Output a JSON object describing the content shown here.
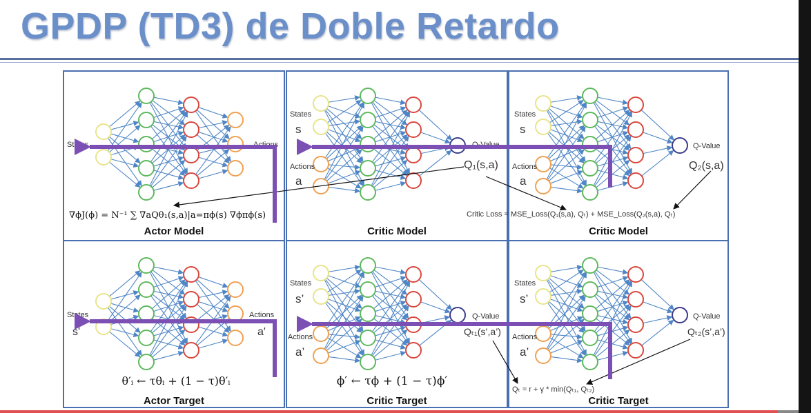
{
  "title": "GPDP (TD3) de Doble Retardo",
  "panels": {
    "actor_model": {
      "caption": "Actor Model",
      "states_label": "States",
      "actions_label": "Actions",
      "formula": "∇ϕJ(ϕ) = N⁻¹ ∑ ∇aQθ₁(s,a)|a=πϕ(s) ∇ϕπϕ(s)"
    },
    "critic_model_1": {
      "caption": "Critic Model",
      "states_label": "States",
      "states_var": "s",
      "actions_label": "Actions",
      "actions_var": "a",
      "qvalue_label": "Q-Value",
      "q_expr": "Q₁(s,a)"
    },
    "critic_model_2": {
      "caption": "Critic Model",
      "states_label": "States",
      "states_var": "s",
      "actions_label": "Actions",
      "actions_var": "a",
      "qvalue_label": "Q-Value",
      "q_expr": "Q₂(s,a)",
      "critic_loss": "Critic Loss = MSE_Loss(Q₁(s,a), Qₜ) + MSE_Loss(Q₂(s,a), Qₜ)"
    },
    "actor_target": {
      "caption": "Actor Target",
      "states_label": "States",
      "states_var": "s'",
      "actions_label": "Actions",
      "actions_var": "a'",
      "formula": "θ′ᵢ ← τθᵢ + (1 − τ)θ′ᵢ"
    },
    "critic_target_1": {
      "caption": "Critic Target",
      "states_label": "States",
      "states_var": "s’",
      "actions_label": "Actions",
      "actions_var": "a’",
      "qvalue_label": "Q-Value",
      "q_expr": "Qₜ₁(s’,a’)",
      "formula": "ϕ′ ← τϕ + (1 − τ)ϕ′"
    },
    "critic_target_2": {
      "caption": "Critic Target",
      "states_label": "States",
      "states_var": "s’",
      "actions_label": "Actions",
      "actions_var": "a’",
      "qvalue_label": "Q-Value",
      "q_expr": "Qₜ₂(s’,a’)",
      "target_formula": "Qₜ = r + γ * min(Qₜ₁, Qₜ₂)"
    }
  },
  "colors": {
    "title": "#6b8fc9",
    "panel_border": "#4a6fb0",
    "edge": "#4f86c6",
    "arrow": "#7b4fb3",
    "node_yellow": "#e8e48a",
    "node_green": "#5cb85c",
    "node_red": "#d9463b",
    "node_orange": "#f0a050",
    "node_qvalue": "#3a3a8a"
  }
}
